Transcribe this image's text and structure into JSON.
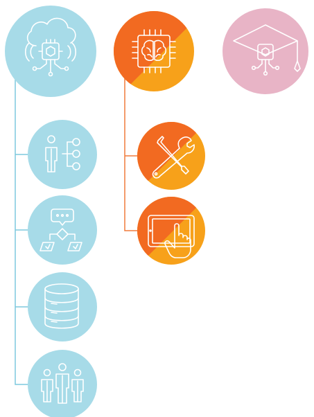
{
  "colors": {
    "blue": "#a7dbe8",
    "blue_line": "#7dc9dd",
    "orange": "#f26a21",
    "amber": "#f7a11a",
    "orange_line": "#f07a3a",
    "pink": "#e8b4c6",
    "icon_stroke": "#ffffff"
  },
  "nodes": [
    {
      "id": "cloud-ai",
      "icon": "cloud-chip-icon",
      "color": "blue"
    },
    {
      "id": "brain-ai",
      "icon": "brain-chip-icon",
      "color": "orange-split"
    },
    {
      "id": "education-ai",
      "icon": "graduation-cap-chip-icon",
      "color": "pink"
    },
    {
      "id": "person-network",
      "icon": "person-network-icon",
      "color": "blue",
      "parent": "cloud-ai"
    },
    {
      "id": "chat-flow",
      "icon": "chat-flowchart-icon",
      "color": "blue",
      "parent": "cloud-ai"
    },
    {
      "id": "database",
      "icon": "database-icon",
      "color": "blue",
      "parent": "cloud-ai"
    },
    {
      "id": "team",
      "icon": "people-group-icon",
      "color": "blue",
      "parent": "cloud-ai"
    },
    {
      "id": "tools",
      "icon": "wrench-screwdriver-icon",
      "color": "orange-split",
      "parent": "brain-ai"
    },
    {
      "id": "touch-tablet",
      "icon": "tablet-touch-icon",
      "color": "orange-split",
      "parent": "brain-ai"
    }
  ]
}
